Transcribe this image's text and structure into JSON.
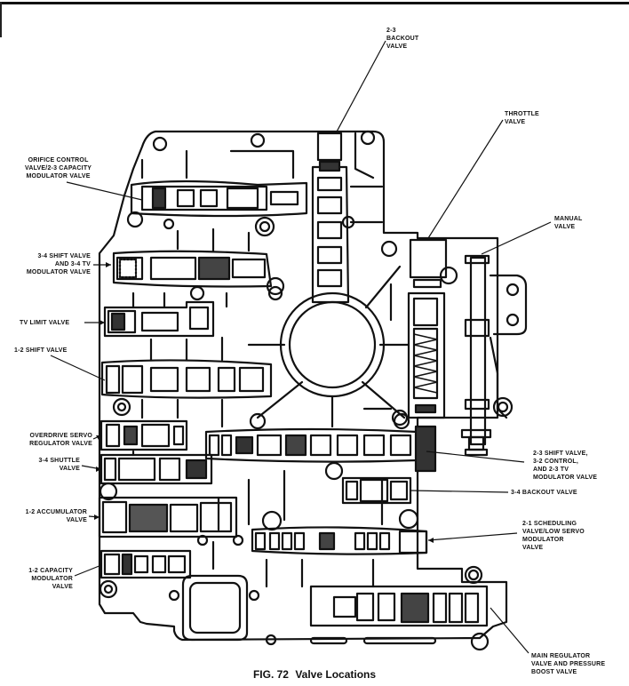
{
  "figure": {
    "number_label": "FIG. 72",
    "title": "Valve Locations"
  },
  "callouts": {
    "backout_2_3": "2-3\nBACKOUT\nVALVE",
    "throttle": "THROTTLE\nVALVE",
    "manual": "MANUAL\nVALVE",
    "orifice_control": "ORIFICE CONTROL\nVALVE/2-3 CAPACITY\nMODULATOR VALVE",
    "shift_3_4": "3-4 SHIFT VALVE\nAND 3-4 TV\nMODULATOR VALVE",
    "tv_limit": "TV LIMIT VALVE",
    "shift_1_2": "1-2 SHIFT VALVE",
    "overdrive_servo": "OVERDRIVE SERVO\nREGULATOR VALVE",
    "shuttle_3_4": "3-4 SHUTTLE\nVALVE",
    "accumulator_1_2": "1-2 ACCUMULATOR\nVALVE",
    "capacity_1_2": "1-2 CAPACITY\nMODULATOR\nVALVE",
    "shift_2_3": "2-3 SHIFT VALVE,\n3-2 CONTROL,\nAND 2-3 TV\nMODULATOR VALVE",
    "backout_3_4": "3-4 BACKOUT VALVE",
    "scheduling_2_1": "2-1 SCHEDULING\nVALVE/LOW SERVO\nMODULATOR\nVALVE",
    "main_regulator": "MAIN REGULATOR\nVALVE AND PRESSURE\nBOOST VALVE"
  },
  "colors": {
    "ink": "#111111",
    "paper": "#ffffff"
  }
}
